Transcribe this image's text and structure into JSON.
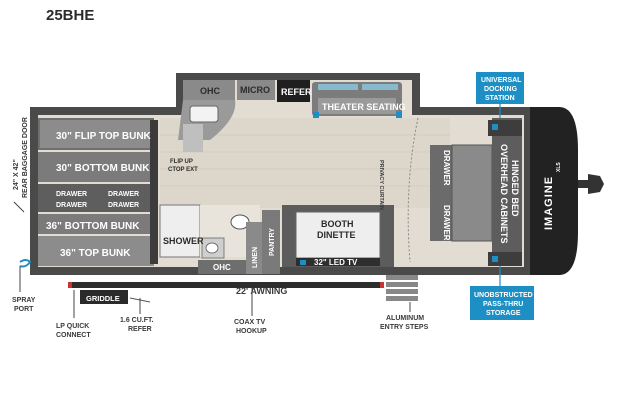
{
  "model": "25BHE",
  "brand": "IMAGINE",
  "brand_sub": "XLS",
  "colors": {
    "wall": "#4a4a4a",
    "floor": "#e2dcd2",
    "accent": "#1e8fc4",
    "dark": "#222222"
  },
  "rooms": {
    "ohc_kitchen": "OHC",
    "micro": "MICRO",
    "refer": "REFER",
    "theater": "THEATER SEATING",
    "flip_up": "FLIP UP",
    "ctop_ext": "CTOP EXT",
    "bunk_30_flip": "30\" FLIP TOP BUNK",
    "bunk_30_bottom": "30\" BOTTOM BUNK",
    "drawer": "DRAWER",
    "bunk_36_bottom": "36\" BOTTOM BUNK",
    "bunk_36_top": "36\" TOP BUNK",
    "shower": "SHOWER",
    "ohc_bath": "OHC",
    "linen": "LINEN",
    "pantry": "PANTRY",
    "booth": "BOOTH",
    "dinette": "DINETTE",
    "led_tv": "32\" LED TV",
    "privacy_curtain": "PRIVACY CURTAIN",
    "bed_line1": "HINGED BED",
    "bed_line2": "OVERHEAD CABINETS"
  },
  "callouts": {
    "universal_docking_1": "UNIVERSAL",
    "universal_docking_2": "DOCKING",
    "universal_docking_3": "STATION",
    "pass_thru_1": "UNOBSTRUCTED",
    "pass_thru_2": "PASS-THRU",
    "pass_thru_3": "STORAGE"
  },
  "exterior": {
    "baggage_door_1": "24\" X 42\"",
    "baggage_door_2": "REAR BAGGAGE DOOR",
    "awning": "22' AWNING",
    "griddle": "GRIDDLE",
    "spray_port_1": "SPRAY",
    "spray_port_2": "PORT",
    "lp_quick_1": "LP QUICK",
    "lp_quick_2": "CONNECT",
    "refer_16_1": "1.6 CU.FT.",
    "refer_16_2": "REFER",
    "coax_1": "COAX TV",
    "coax_2": "HOOKUP",
    "entry_steps_1": "ALUMINUM",
    "entry_steps_2": "ENTRY STEPS"
  }
}
